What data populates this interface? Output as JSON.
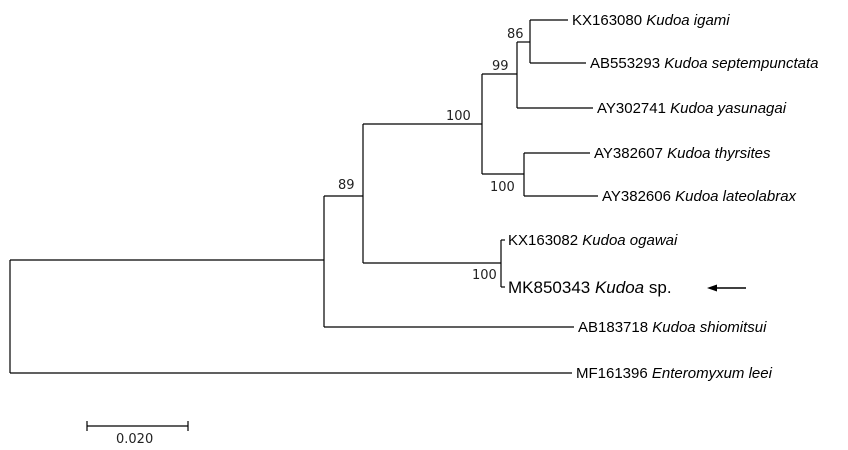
{
  "tree": {
    "taxa": [
      {
        "id": "igami",
        "accession": "KX163080",
        "species": "Kudoa igami",
        "suffix": ""
      },
      {
        "id": "septempunctata",
        "accession": "AB553293",
        "species": "Kudoa septempunctata",
        "suffix": ""
      },
      {
        "id": "yasunagai",
        "accession": "AY302741",
        "species": "Kudoa yasunagai",
        "suffix": ""
      },
      {
        "id": "thyrsites",
        "accession": "AY382607",
        "species": "Kudoa thyrsites",
        "suffix": ""
      },
      {
        "id": "lateolabrax",
        "accession": "AY382606",
        "species": "Kudoa lateolabrax",
        "suffix": ""
      },
      {
        "id": "ogawai",
        "accession": "KX163082",
        "species": "Kudoa ogawai",
        "suffix": ""
      },
      {
        "id": "sp",
        "accession": "MK850343",
        "species": "Kudoa",
        "suffix": " sp."
      },
      {
        "id": "shiomitsui",
        "accession": "AB183718",
        "species": "Kudoa shiomitsui",
        "suffix": ""
      },
      {
        "id": "leei",
        "accession": "MF161396",
        "species": "Enteromyxum leei",
        "suffix": ""
      }
    ],
    "bootstrap": {
      "igami_septempunctata": "86",
      "igami_yasunagai": "99",
      "upper_clade": "100",
      "thyrsites_lateolabrax": "100",
      "kudoa_clade": "89",
      "ogawai_sp": "100"
    },
    "scale_bar": {
      "value": "0.020"
    }
  }
}
